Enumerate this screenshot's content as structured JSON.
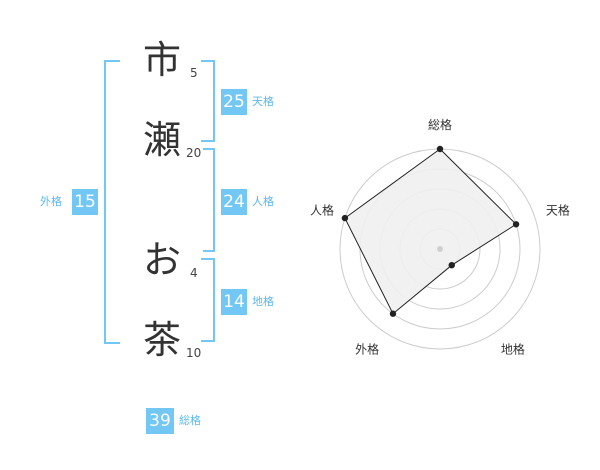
{
  "name": {
    "chars": [
      {
        "char": "市",
        "strokes": "5"
      },
      {
        "char": "瀬",
        "strokes": "20"
      },
      {
        "char": "お",
        "strokes": "4"
      },
      {
        "char": "茶",
        "strokes": "10"
      }
    ]
  },
  "kakusu": {
    "tenkaku": {
      "value": "25",
      "label": "天格"
    },
    "jinkaku": {
      "value": "24",
      "label": "人格"
    },
    "chikaku": {
      "value": "14",
      "label": "地格"
    },
    "gaikaku": {
      "value": "15",
      "label": "外格"
    },
    "soukaku": {
      "value": "39",
      "label": "総格"
    }
  },
  "chart_data": {
    "type": "radar",
    "axes": [
      "総格",
      "天格",
      "地格",
      "外格",
      "人格"
    ],
    "values": [
      5,
      4,
      1,
      4,
      5
    ],
    "max": 5,
    "levels": 5,
    "colors": {
      "fill": "#efefef",
      "stroke": "#222222",
      "grid": "#cccccc",
      "accent": "#72c7f4"
    }
  }
}
